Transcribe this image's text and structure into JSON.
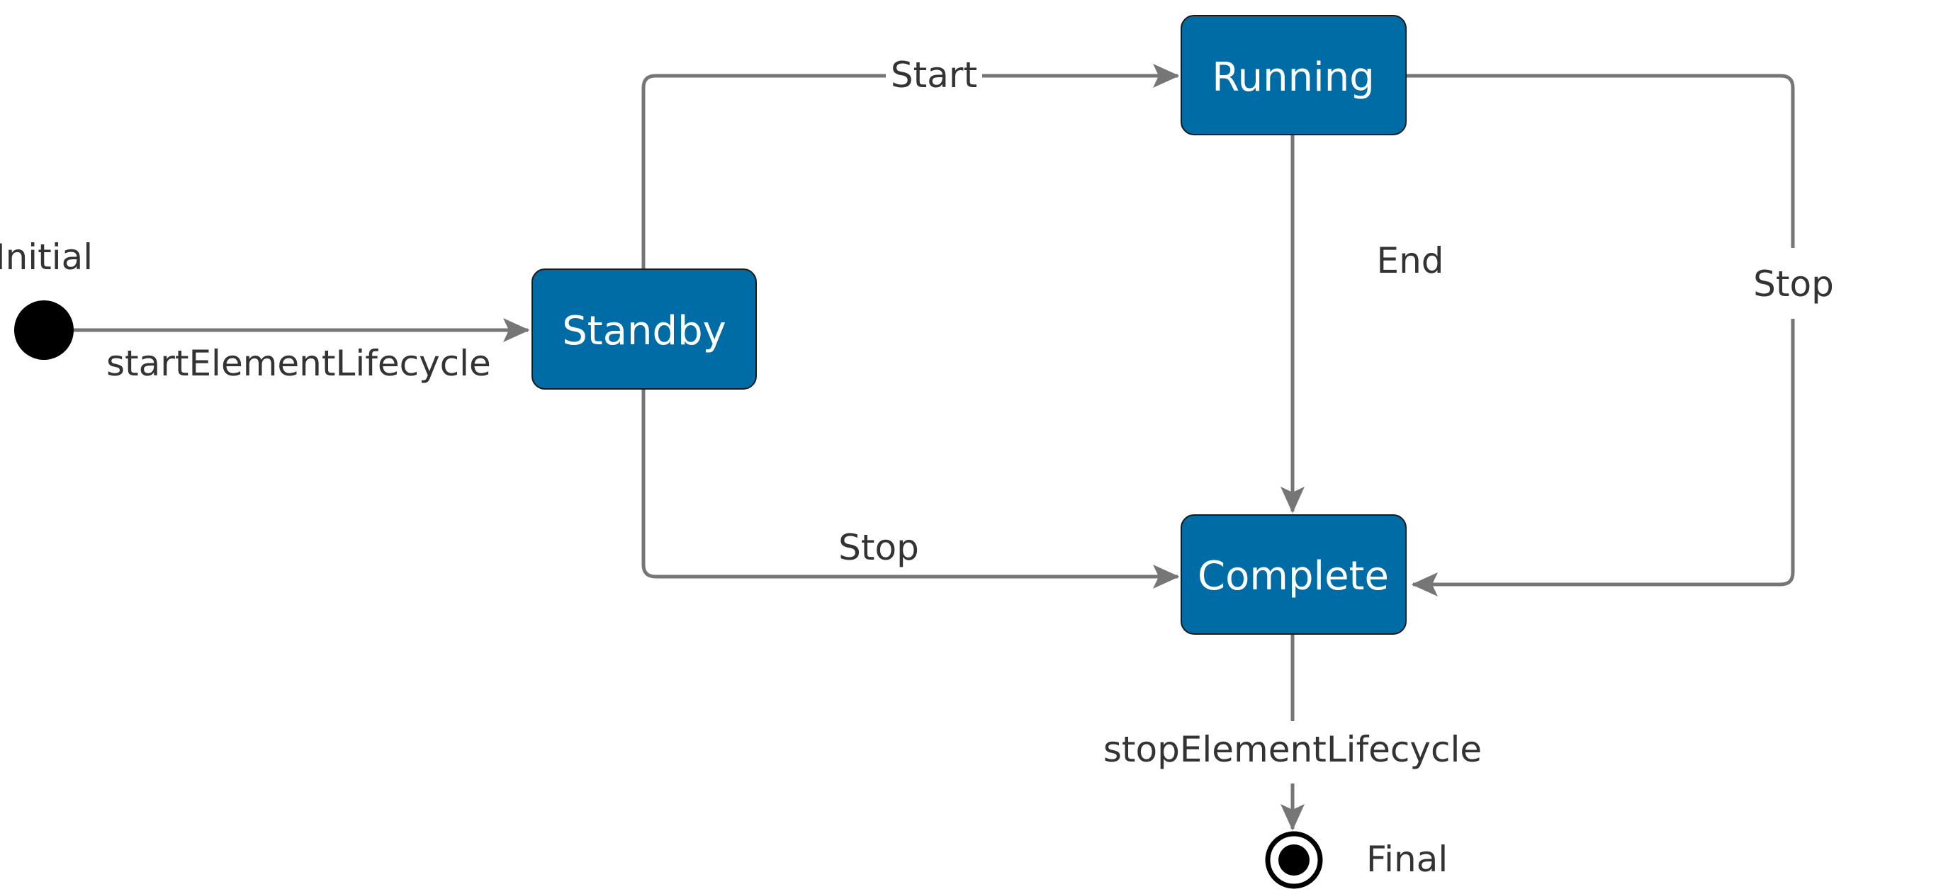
{
  "diagram": {
    "type": "state-machine",
    "colors": {
      "state_fill": "#006ca5",
      "state_text": "#ffffff",
      "edge": "#767676",
      "label_text": "#333333",
      "pseudo_state": "#000000"
    },
    "nodes": {
      "initial": {
        "label": "Initial",
        "kind": "initial-pseudostate"
      },
      "standby": {
        "label": "Standby",
        "kind": "state"
      },
      "running": {
        "label": "Running",
        "kind": "state"
      },
      "complete": {
        "label": "Complete",
        "kind": "state"
      },
      "final": {
        "label": "Final",
        "kind": "final-pseudostate"
      }
    },
    "transitions": {
      "initial_to_standby": {
        "from": "Initial",
        "to": "Standby",
        "label": "startElementLifecycle"
      },
      "standby_to_running": {
        "from": "Standby",
        "to": "Running",
        "label": "Start"
      },
      "standby_to_complete": {
        "from": "Standby",
        "to": "Complete",
        "label": "Stop"
      },
      "running_to_complete_end": {
        "from": "Running",
        "to": "Complete",
        "label": "End"
      },
      "running_to_complete_stop": {
        "from": "Running",
        "to": "Complete",
        "label": "Stop"
      },
      "complete_to_final": {
        "from": "Complete",
        "to": "Final",
        "label": "stopElementLifecycle"
      }
    }
  }
}
